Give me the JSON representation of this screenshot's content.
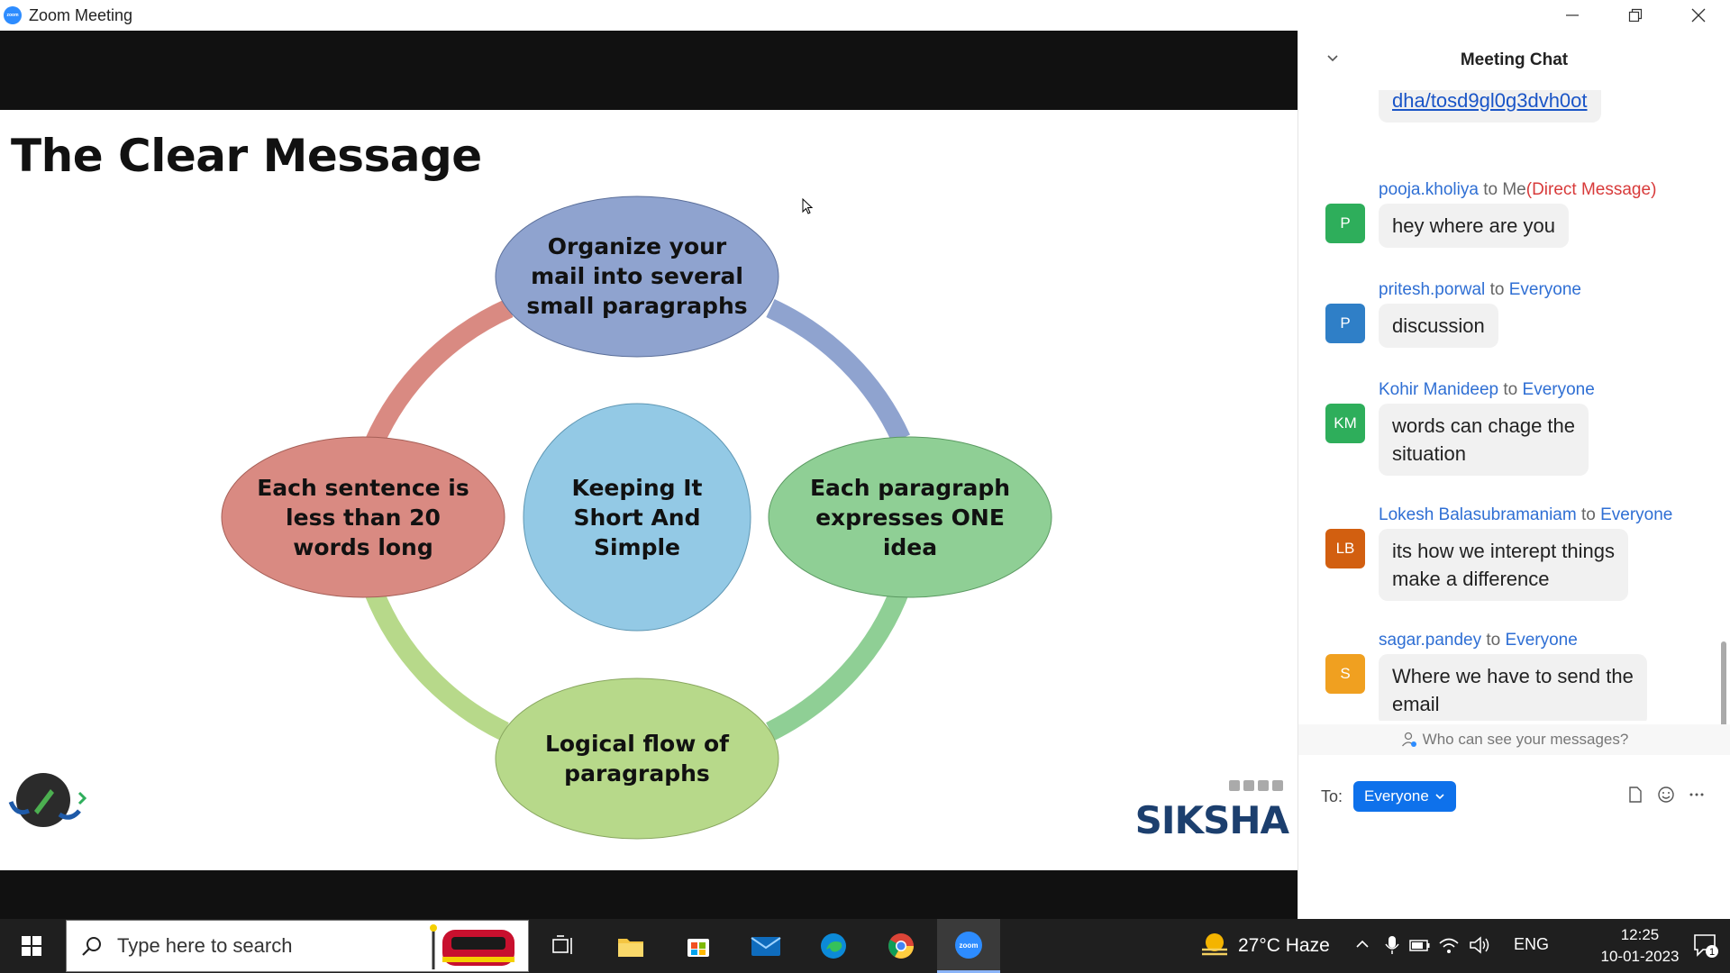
{
  "window": {
    "app_name": "Zoom Meeting",
    "logo_text": "zoom"
  },
  "slide": {
    "title": "The Clear Message",
    "center": [
      "Keeping It",
      "Short And",
      "Simple"
    ],
    "top": [
      "Organize your",
      "mail into several",
      "small paragraphs"
    ],
    "right": [
      "Each paragraph",
      "expresses ONE",
      "idea"
    ],
    "bottom": [
      "Logical flow of",
      "paragraphs"
    ],
    "left": [
      "Each sentence is",
      "less than 20",
      "words long"
    ],
    "brand": "SIKSHA",
    "colors": {
      "top": "#8fa3cf",
      "right": "#8fcf95",
      "bottom": "#b7d98a",
      "left": "#d98a82",
      "center": "#93c9e5"
    }
  },
  "chat": {
    "title": "Meeting Chat",
    "messages": [
      {
        "type": "link",
        "text": "dha/tosd9gl0g3dvh0ot"
      },
      {
        "initials": "P",
        "color": "#2eae5b",
        "sender": "pooja.kholiya",
        "to_word": "to",
        "target": "Me",
        "dm": "(Direct Message)",
        "lines": [
          "hey where are you"
        ]
      },
      {
        "initials": "P",
        "color": "#2f7fc7",
        "sender": "pritesh.porwal",
        "to_word": "to",
        "target": "Everyone",
        "lines": [
          "discussion"
        ]
      },
      {
        "initials": "KM",
        "color": "#2eae5b",
        "sender": "Kohir Manideep",
        "to_word": "to",
        "target": "Everyone",
        "lines": [
          "words can chage the",
          "situation"
        ]
      },
      {
        "initials": "LB",
        "color": "#d25f10",
        "sender": "Lokesh Balasubramaniam",
        "to_word": "to",
        "target": "Everyone",
        "lines": [
          "its how we interept things",
          "make a difference"
        ]
      },
      {
        "initials": "S",
        "color": "#f0a020",
        "sender": "sagar.pandey",
        "to_word": "to",
        "target": "Everyone",
        "lines": [
          "Where we have to send the",
          "email"
        ]
      }
    ],
    "privacy": "Who can see your messages?",
    "to_label": "To:",
    "to_value": "Everyone"
  },
  "taskbar": {
    "search_placeholder": "Type here to search",
    "weather": "27°C  Haze",
    "lang": "ENG",
    "time": "12:25",
    "date": "10-01-2023",
    "notif_count": "1",
    "zoom_label": "zoom"
  }
}
